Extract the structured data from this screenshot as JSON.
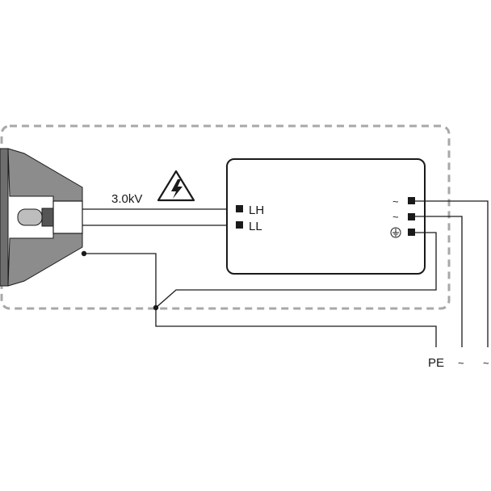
{
  "voltage_label": "3.0kV",
  "ballast": {
    "terminal_lh": "LH",
    "terminal_ll": "LL",
    "terminal_ac1": "~",
    "terminal_ac2": "~"
  },
  "mains": {
    "pe": "PE",
    "ac1": "~",
    "ac2": "~"
  },
  "icons": [
    "high-voltage-warning-icon",
    "ground-symbol-icon"
  ],
  "colors": {
    "line": "#1a1a1a",
    "enclosure_dash": "#a8a8a8",
    "reflector": "#8c8c8c",
    "reflector_dark": "#6e6e6e",
    "lamp_bulb": "#bdbdbd"
  }
}
